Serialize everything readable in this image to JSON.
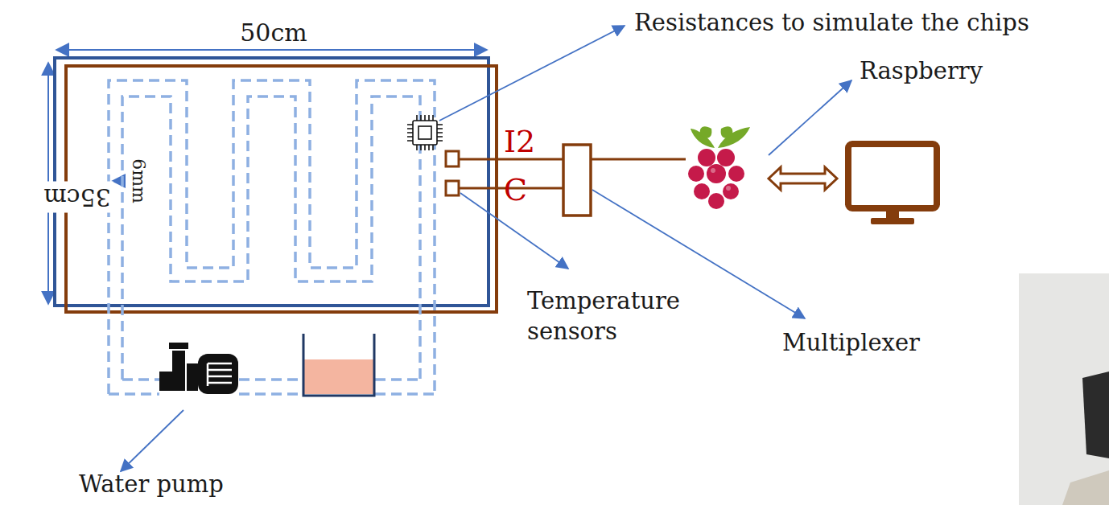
{
  "diagram": {
    "labels": [
      "50cm",
      "35cm",
      "6mm",
      "Resistances to simulate the chips",
      "I2",
      "C",
      "Raspberry",
      "Temperature sensors",
      "Multiplexer",
      "Water pump"
    ]
  }
}
